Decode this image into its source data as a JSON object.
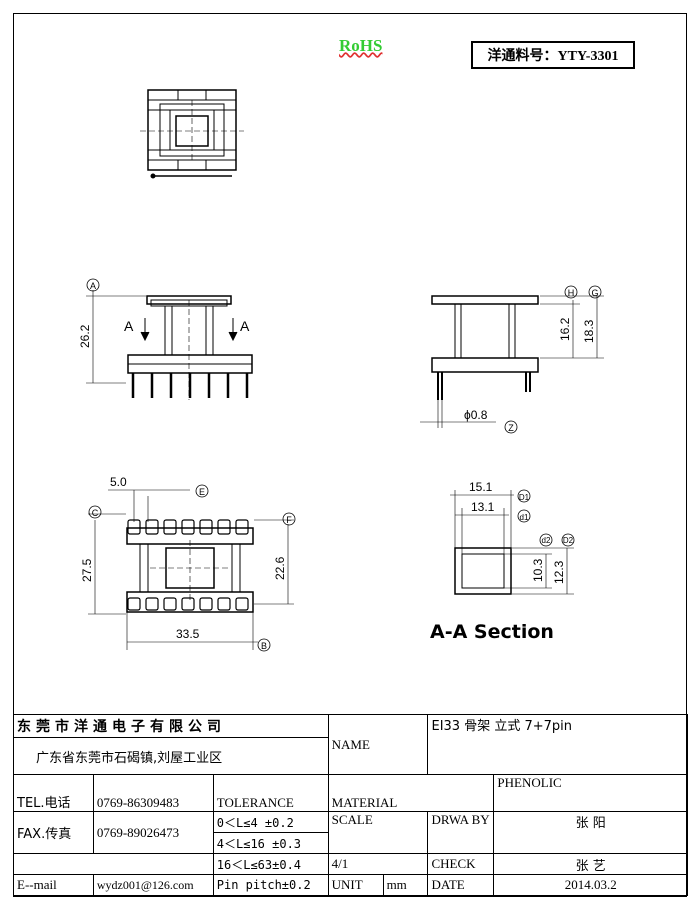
{
  "header": {
    "rohs": "RoHS",
    "part_number": "洋通料号：YTY-3301"
  },
  "drawing": {
    "labels": {
      "A_top": "A",
      "A_left": "A",
      "A_right": "A",
      "dim_26_2": "26.2",
      "H": "H",
      "G": "G",
      "dim_16_2": "16.2",
      "dim_18_3": "18.3",
      "dia_0_8": "ϕ0.8",
      "Z": "Z",
      "dim_5_0": "5.0",
      "E": "E",
      "C": "C",
      "F": "F",
      "dim_27_5": "27.5",
      "dim_22_6": "22.6",
      "dim_33_5": "33.5",
      "B": "B",
      "dim_15_1": "15.1",
      "D1": "D1",
      "dim_13_1": "13.1",
      "d1": "d1",
      "dim_10_3": "10.3",
      "dim_12_3": "12.3",
      "d2": "d2",
      "D2": "D2",
      "section": "A-A Section"
    }
  },
  "title_block": {
    "company": "东莞市洋通电子有限公司",
    "address": "广东省东莞市石碣镇,刘屋工业区",
    "name_label": "NAME",
    "name_value": "EI33 骨架 立式 7+7pin",
    "tel_label": "TEL.电话",
    "tel_value": "0769-86309483",
    "fax_label": "FAX.传真",
    "fax_value": "0769-89026473",
    "email_label": "E--mail",
    "email_value": "wydz001@126.com",
    "tolerance_label": "TOLERANCE",
    "tol_1": "0＜L≤4  ±0.2",
    "tol_2": "4＜L≤16 ±0.3",
    "tol_3": "16＜L≤63±0.4",
    "tol_4": "Pin pitch±0.2",
    "material_label": "MATERIAL",
    "material_value": "PHENOLIC",
    "scale_label": "SCALE",
    "scale_value": "4/1",
    "drawn_label": "DRWA BY",
    "drawn_value": "张 阳",
    "check_label": "CHECK",
    "check_value": "张 艺",
    "unit_label": "UNIT",
    "unit_value": "mm",
    "date_label": "DATE",
    "date_value": "2014.03.2"
  }
}
